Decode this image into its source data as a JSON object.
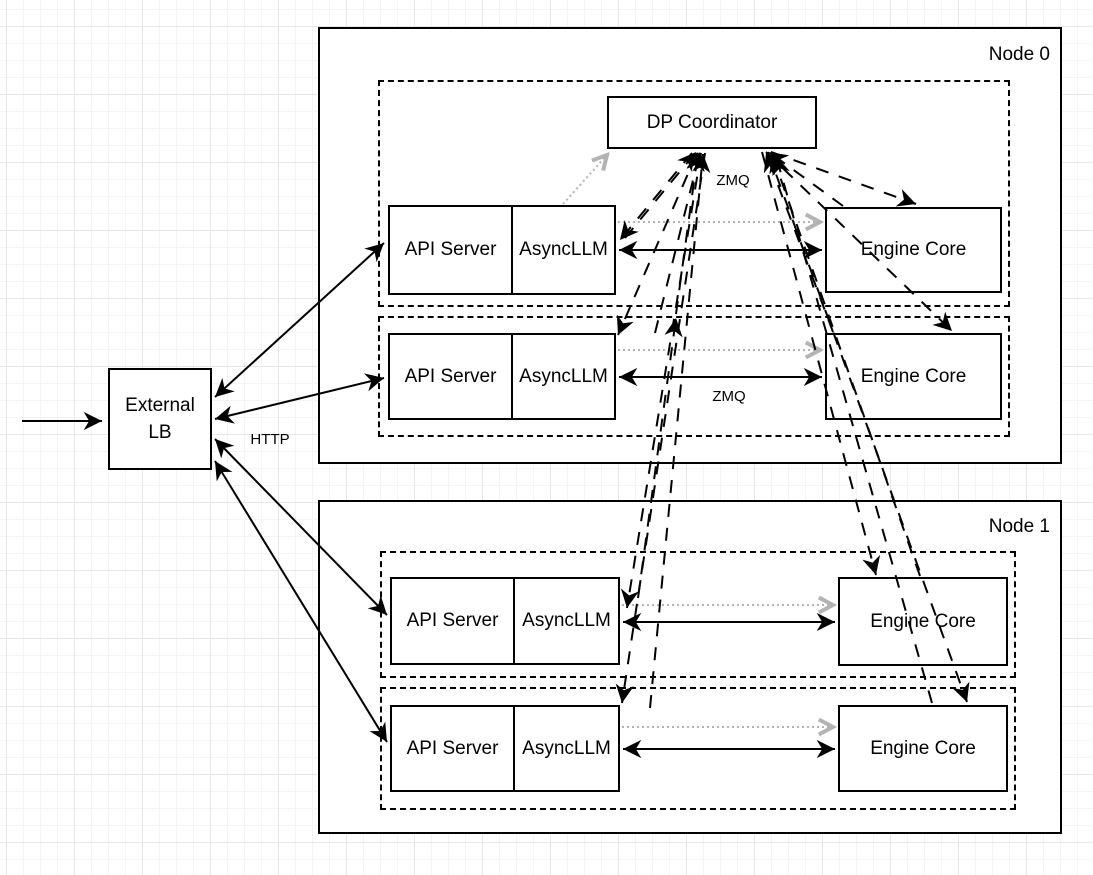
{
  "external_lb": {
    "line1": "External",
    "line2": "LB"
  },
  "dp_coordinator": {
    "label": "DP Coordinator"
  },
  "edge_labels": {
    "http": "HTTP",
    "zmq_coordinator": "ZMQ",
    "zmq_engine": "ZMQ"
  },
  "nodes": [
    {
      "name": "Node 0",
      "rows": [
        {
          "api": "API Server",
          "async": "AsyncLLM",
          "engine": "Engine Core"
        },
        {
          "api": "API Server",
          "async": "AsyncLLM",
          "engine": "Engine Core"
        }
      ]
    },
    {
      "name": "Node 1",
      "rows": [
        {
          "api": "API Server",
          "async": "AsyncLLM",
          "engine": "Engine Core"
        },
        {
          "api": "API Server",
          "async": "AsyncLLM",
          "engine": "Engine Core"
        }
      ]
    }
  ],
  "colors": {
    "stroke": "#000000",
    "dotted_arrow": "#b3b3b3",
    "box_fill": "#ffffff",
    "background": "#ffffff",
    "grid_minor": "#f4f4f4",
    "grid_major": "#e7e7e7"
  }
}
